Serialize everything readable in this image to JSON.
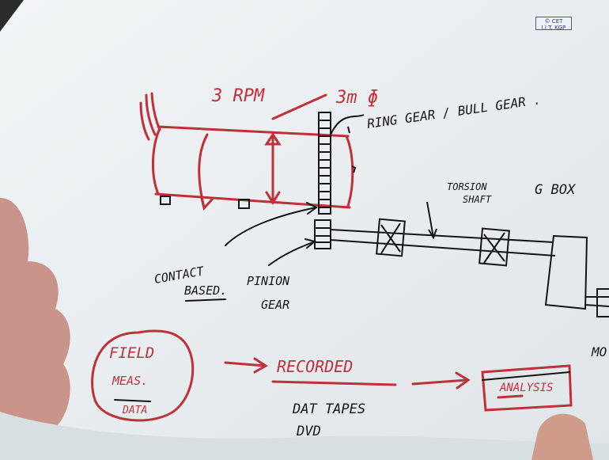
{
  "badge": {
    "line1": "© CET",
    "line2": "I.I.T. KGP"
  },
  "speed_label": "3 RPM",
  "diameter_label": "3m ɸ",
  "ring_gear_label": "RING GEAR / BULL GEAR .",
  "torsion_label": "TORSION",
  "shaft_label": "SHAFT",
  "gearbox_label": "G BOX",
  "contact_label": "CONTACT",
  "based_label": "BASED.",
  "pinion_label": "PINION",
  "gear_label": "GEAR",
  "field_label": "FIELD",
  "meas_label": "MEAS.",
  "data_label": "DATA",
  "recorded_label": "RECORDED",
  "tapes_label": "DAT TAPES",
  "dvd_label": "DVD",
  "analysis_label": "ANALYSIS",
  "motor_label": "MO",
  "colors": {
    "marker_red": "#c0303a",
    "marker_black": "#151515",
    "board": "#e8edef"
  }
}
